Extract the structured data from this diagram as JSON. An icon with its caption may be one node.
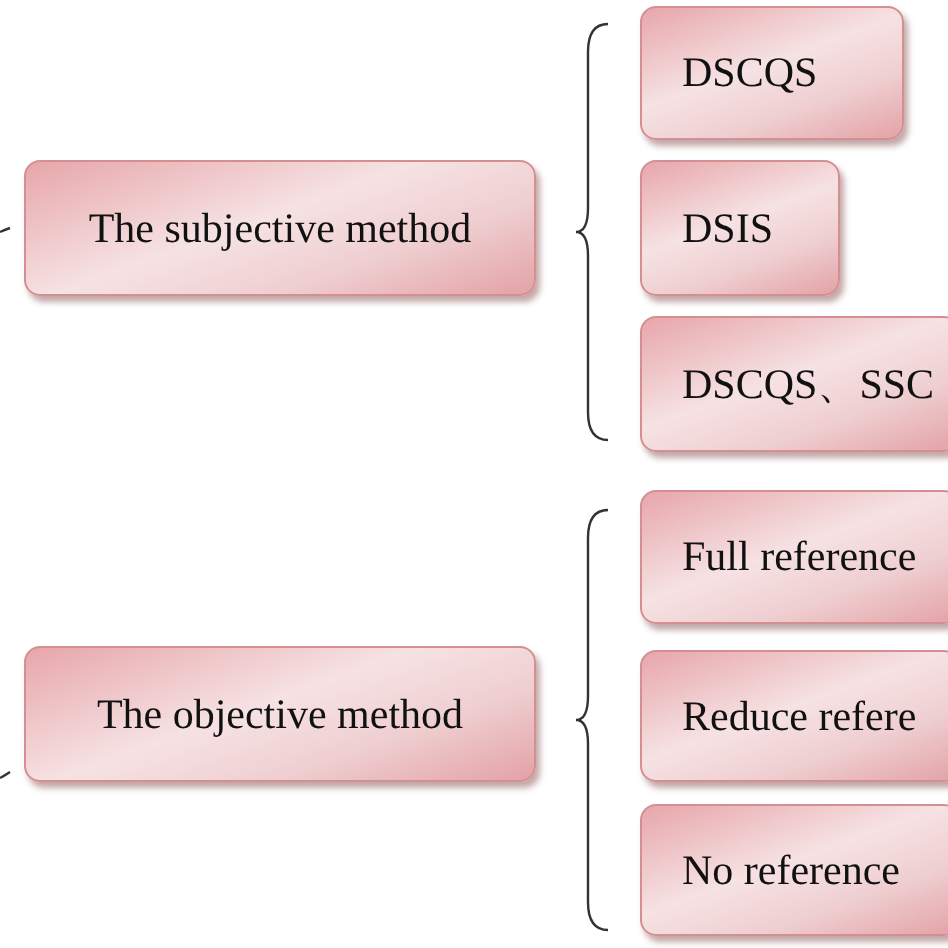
{
  "diagram": {
    "nodes": [
      {
        "text": [
          "The subjective method"
        ]
      },
      {
        "text": [
          "DSCQS"
        ]
      },
      {
        "text": [
          "DSIS"
        ]
      },
      {
        "text": [
          "DSCQS、SSC"
        ]
      },
      {
        "text": [
          "The objective method"
        ]
      },
      {
        "text": [
          "Full reference"
        ]
      },
      {
        "text": [
          "Reduce refere"
        ]
      },
      {
        "text": [
          "No reference"
        ]
      }
    ]
  }
}
